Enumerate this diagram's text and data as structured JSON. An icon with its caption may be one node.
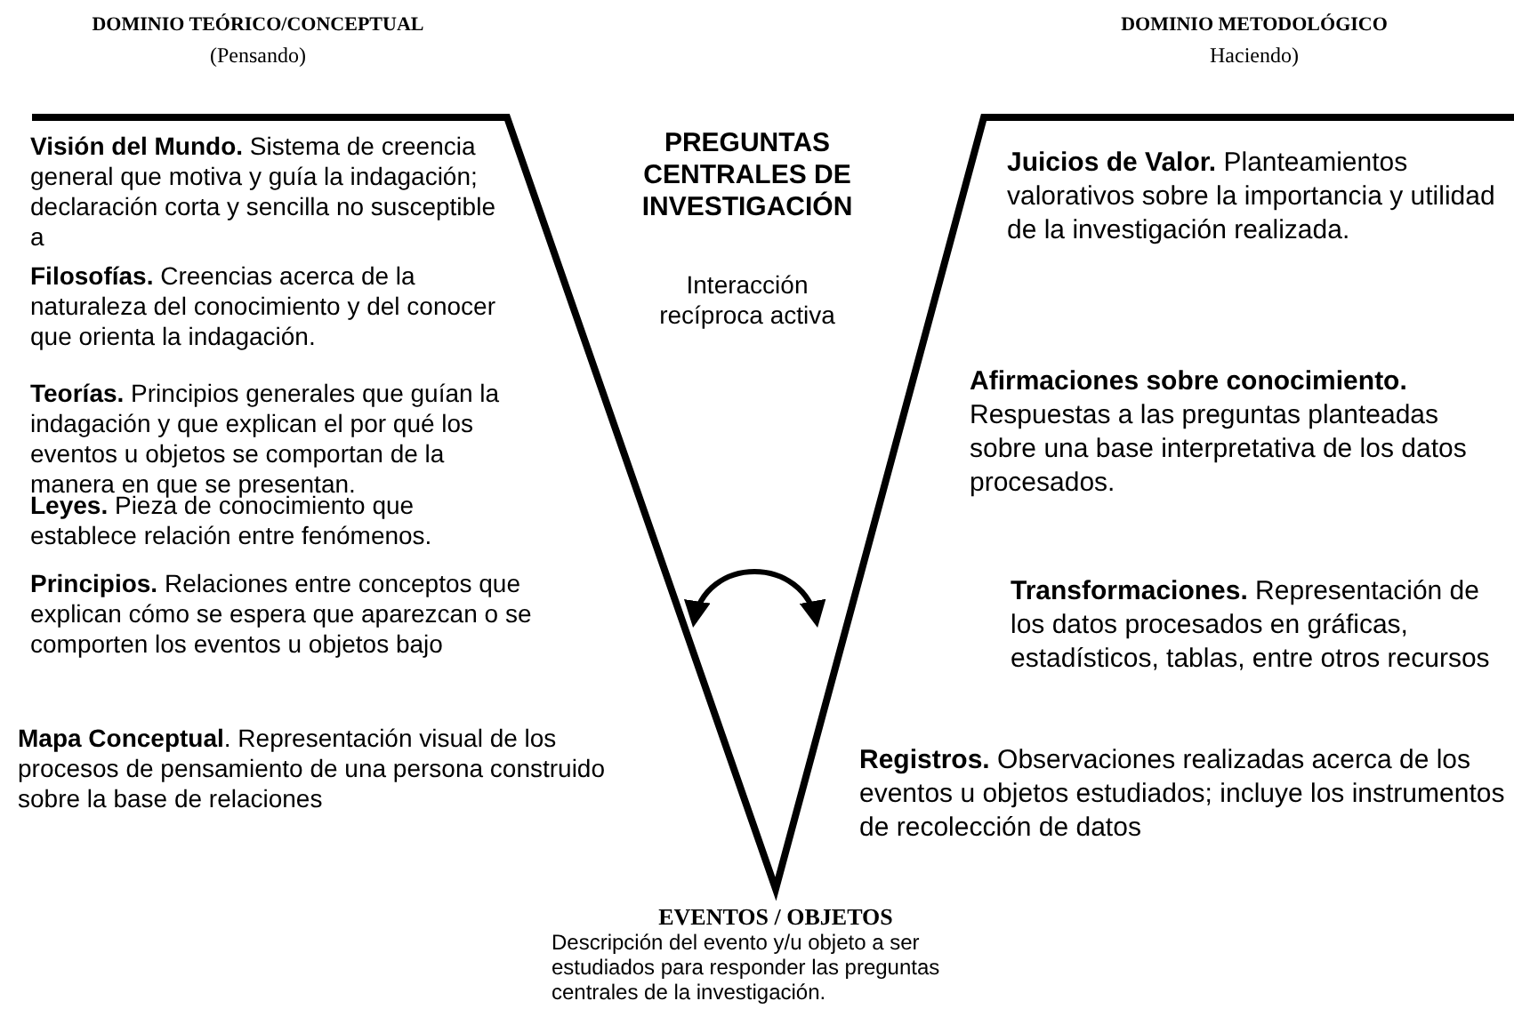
{
  "diagram": {
    "labels": [
      "DOMINIO TEÓRICO/CONCEPTUAL",
      "(Pensando)",
      "DOMINIO METODOLÓGICO",
      "Haciendo)",
      "**Visión del Mundo.** Sistema de creencia general que motiva y guía la indagación; declaración corta y sencilla no susceptible a",
      "PREGUNTAS CENTRALES DE INVESTIGACIÓN",
      "Interacción recíproca activa",
      "**Juicios de Valor.** Planteamientos valorativos sobre la importancia y utilidad de la investigación realizada.",
      "**Filosofías.** Creencias acerca de la naturaleza del conocimiento y del conocer que orienta la indagación.",
      "**Afirmaciones sobre conocimiento.** Respuestas a las preguntas planteadas sobre una base interpretativa de los datos procesados.",
      "**Teorías.** Principios generales que guían la indagación y que explican el por qué los eventos u objetos se comportan de la manera en que se presentan.",
      "**Leyes.** Pieza de conocimiento que establece relación entre fenómenos.",
      "**Transformaciones.** Representación de los datos procesados en gráficas, estadísticos, tablas, entre otros recursos",
      "**Principios.** Relaciones entre conceptos que explican cómo se espera que aparezcan o se comporten los eventos u objetos bajo",
      "**Registros.** Observaciones realizadas acerca de los eventos u objetos estudiados; incluye los instrumentos de recolección de datos",
      "**Mapa Conceptual**. Representación visual de los procesos de pensamiento de una persona construido sobre la base de relaciones",
      "EVENTOS / OBJETOS",
      "Descripción del evento y/u objeto a ser estudiados para responder las preguntas centrales de la investigación."
    ]
  }
}
